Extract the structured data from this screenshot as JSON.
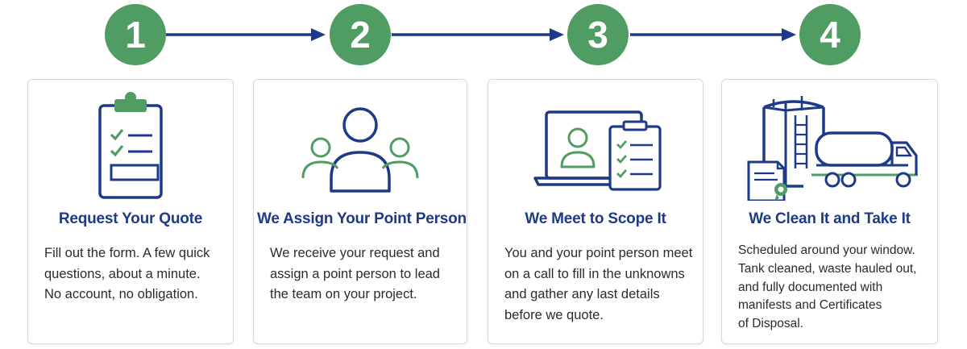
{
  "steps": [
    {
      "number": "1",
      "title": "Request Your Quote",
      "icon": "clipboard-checklist-icon",
      "body": [
        "Fill out the form. A few quick",
        "questions, about a minute.",
        "No account, no obligation."
      ]
    },
    {
      "number": "2",
      "title": "We Assign Your Point Person",
      "icon": "team-people-icon",
      "body": [
        "We receive your request and",
        "assign a point person to lead",
        "the team on your project."
      ]
    },
    {
      "number": "3",
      "title": "We Meet to Scope It",
      "icon": "video-call-clipboard-icon",
      "body": [
        "You and your point person meet",
        "on a call to fill in the unknowns",
        "and gather any last details",
        "before we quote."
      ]
    },
    {
      "number": "4",
      "title": "We Clean It and Take It",
      "icon": "tank-truck-certificate-icon",
      "body": [
        "Scheduled around your window.",
        "Tank cleaned, waste hauled out,",
        "and fully documented with",
        "manifests and Certificates",
        "of Disposal."
      ]
    }
  ],
  "colors": {
    "green": "#4f9d62",
    "navy": "#1d3a8a",
    "text": "#2b2b2b",
    "border": "#d6d9de"
  }
}
